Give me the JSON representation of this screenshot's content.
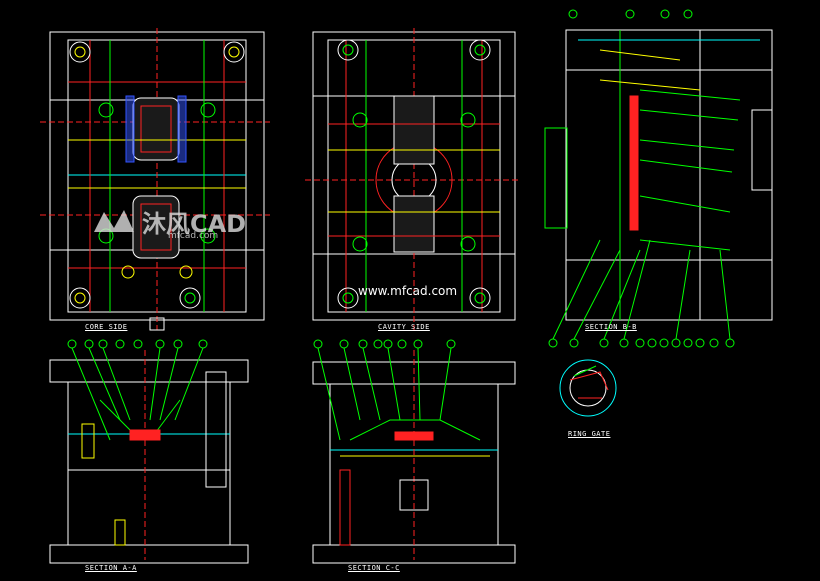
{
  "views": {
    "core_side": "CORE SIDE",
    "cavity_side": "CAVITY SIDE",
    "section_bb": "SECTION B-B",
    "section_aa": "SECTION A-A",
    "section_cc": "SECTION C-C",
    "ring_gate": "RING GATE"
  },
  "watermark": {
    "brand": "沐风CAD",
    "sub": "mfcad.com",
    "url": "www.mfcad.com"
  },
  "colors": {
    "background": "#000000",
    "outline": "#ffffff",
    "cyan": "#00ffff",
    "red": "#ff2020",
    "green": "#00ff00",
    "yellow": "#ffff00",
    "blue": "#3050ff",
    "magenta": "#ff40ff"
  }
}
